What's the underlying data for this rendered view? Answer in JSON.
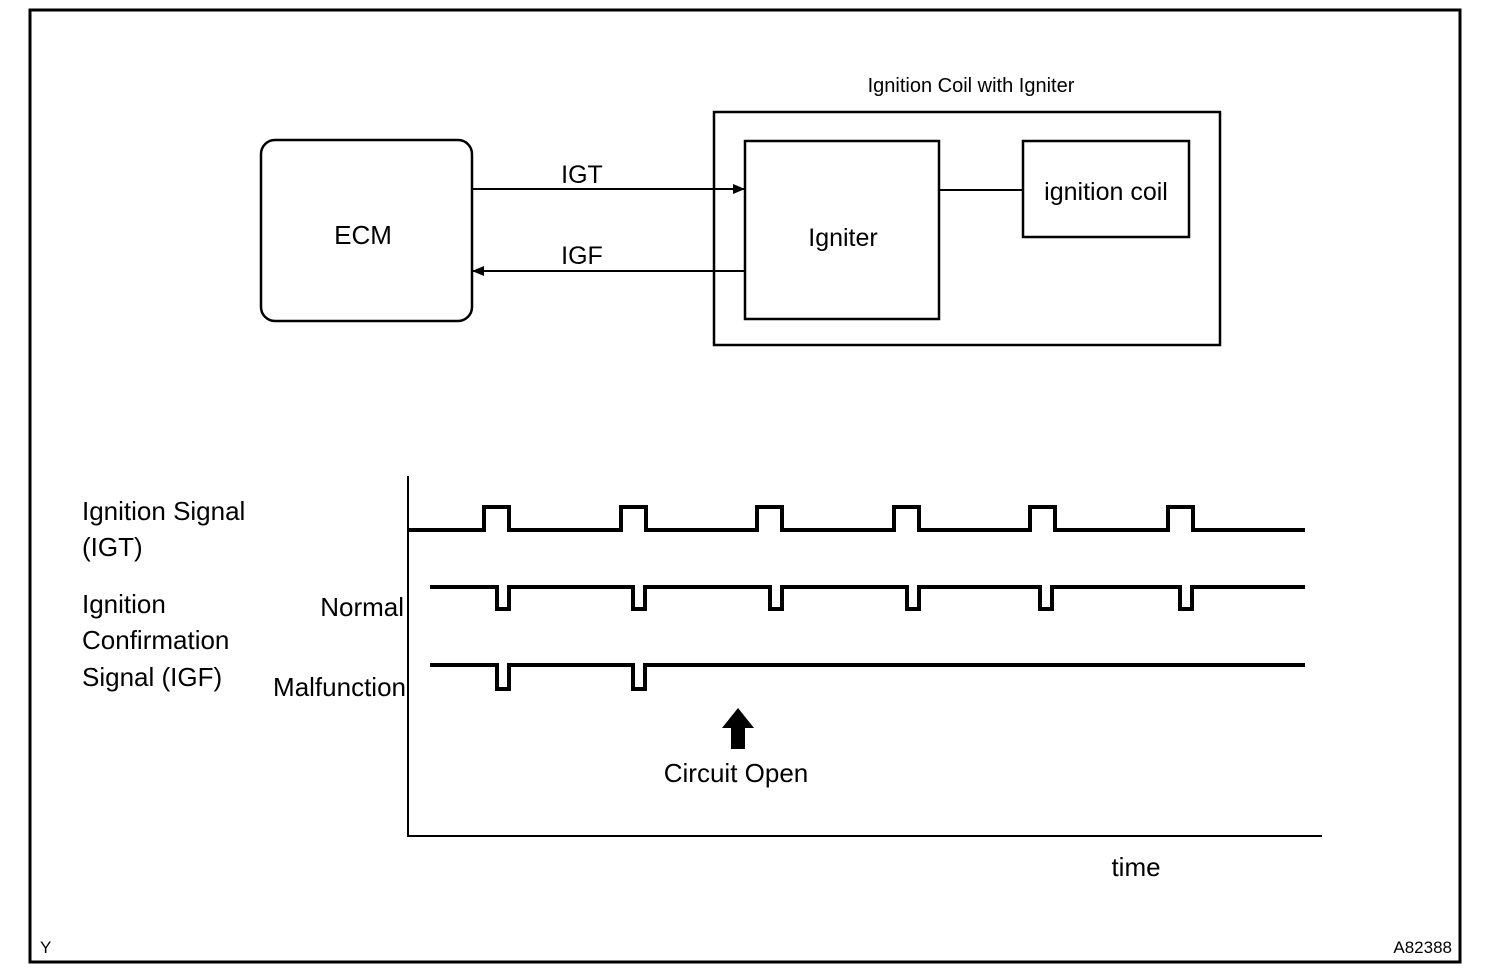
{
  "block_diagram": {
    "module_title": "Ignition Coil with Igniter",
    "ecm_label": "ECM",
    "igniter_label": "Igniter",
    "coil_label": "ignition coil",
    "igt_signal_label": "IGT",
    "igf_signal_label": "IGF"
  },
  "timing_chart": {
    "igt_label_line1": "Ignition Signal",
    "igt_label_line2": "(IGT)",
    "igf_label_line1": "Ignition",
    "igf_label_line2": "Confirmation",
    "igf_label_line3": "Signal (IGF)",
    "normal_label": "Normal",
    "malfunction_label": "Malfunction",
    "event_label": "Circuit Open",
    "x_axis_label": "time",
    "igt_pulse_count": 6,
    "normal_pulse_count": 6,
    "malfunction_pulse_count": 2
  },
  "footer": {
    "corner_code": "Y",
    "figure_id": "A82388"
  }
}
